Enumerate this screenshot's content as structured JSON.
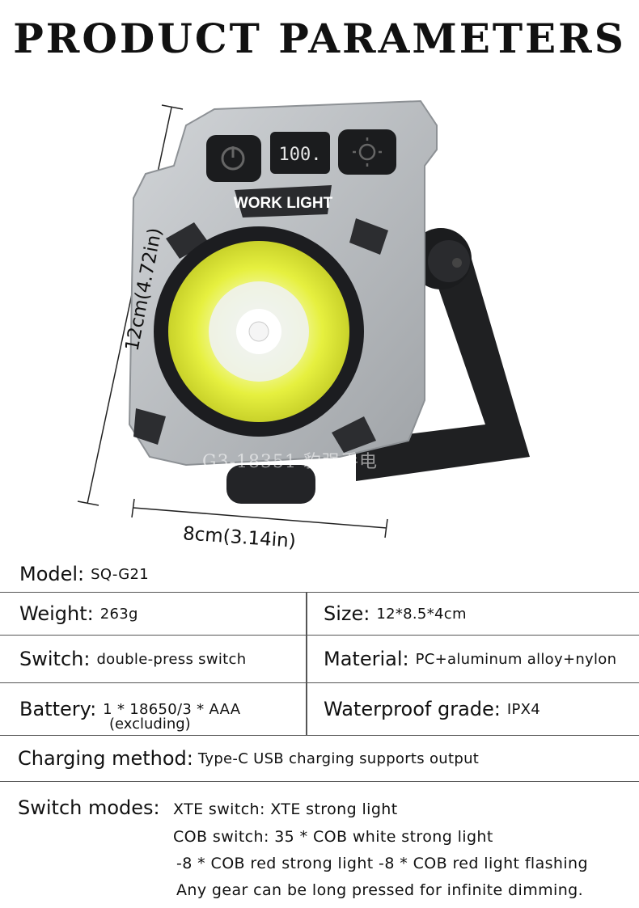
{
  "title": "PRODUCT PARAMETERS",
  "dimensions": {
    "height": "12cm(4.72in)",
    "width": "8cm(3.14in)"
  },
  "product": {
    "display_reading": "100.",
    "badge": "WORK LIGHT"
  },
  "watermark": "G3-18351 豹强手电",
  "specs": {
    "model": {
      "label": "Model:",
      "value": "SQ-G21"
    },
    "weight": {
      "label": "Weight:",
      "value": "263g"
    },
    "size": {
      "label": "Size:",
      "value": "12*8.5*4cm"
    },
    "switch": {
      "label": "Switch:",
      "value": "double-press switch"
    },
    "material": {
      "label": "Material:",
      "value": "PC+aluminum alloy+nylon"
    },
    "battery": {
      "label": "Battery:",
      "value": "1 * 18650/3 * AAA",
      "note": "(excluding)"
    },
    "waterproof": {
      "label": "Waterproof grade:",
      "value": "IPX4"
    },
    "charging": {
      "label": "Charging method:",
      "value": "Type-C USB charging supports output"
    },
    "modes": {
      "label": "Switch modes:",
      "lines": [
        "XTE switch: XTE strong light",
        "COB switch: 35 * COB white strong light",
        "-8 * COB red strong light -8 * COB red light flashing",
        "Any gear can be long pressed for infinite dimming."
      ]
    }
  },
  "colors": {
    "body": "#b9bdc1",
    "accent_yellow": "#e8f24a",
    "dark": "#1b1c1e"
  }
}
